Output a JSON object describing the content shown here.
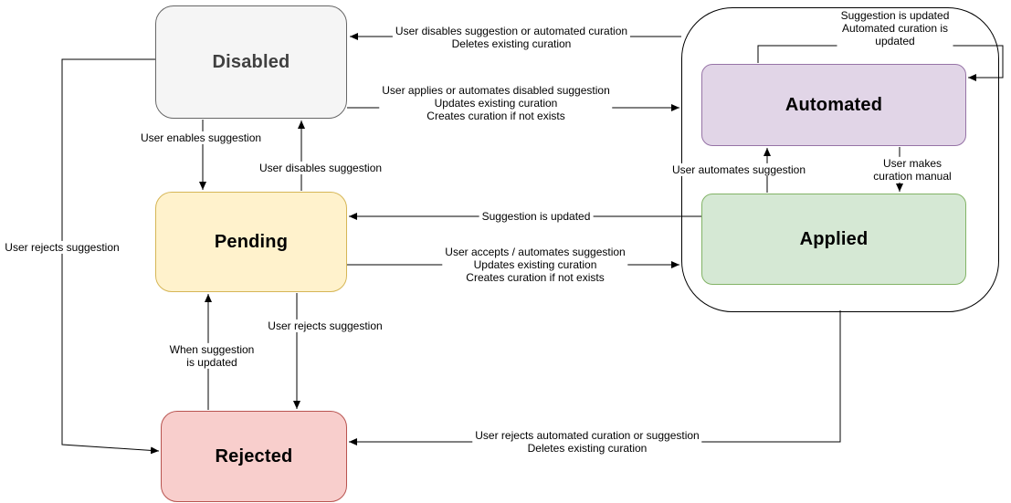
{
  "states": {
    "disabled": {
      "label": "Disabled",
      "fill": "#f5f5f5",
      "stroke": "#666666",
      "text": "#404040"
    },
    "pending": {
      "label": "Pending",
      "fill": "#fff2cc",
      "stroke": "#d6b656",
      "text": "#000000"
    },
    "rejected": {
      "label": "Rejected",
      "fill": "#f8cecc",
      "stroke": "#b85450",
      "text": "#000000"
    },
    "automated": {
      "label": "Automated",
      "fill": "#e1d5e7",
      "stroke": "#9673a6",
      "text": "#000000"
    },
    "applied": {
      "label": "Applied",
      "fill": "#d5e8d4",
      "stroke": "#82b366",
      "text": "#000000"
    }
  },
  "edges": {
    "automated_group_to_disabled": {
      "label": "User disables suggestion or automated curation\nDeletes existing curation"
    },
    "disabled_to_automated_group": {
      "label": "User applies or automates disabled suggestion\nUpdates existing curation\nCreates curation if not exists"
    },
    "disabled_to_pending": {
      "label": "User enables suggestion"
    },
    "pending_to_disabled": {
      "label": "User disables suggestion"
    },
    "applied_to_pending": {
      "label": "Suggestion is updated"
    },
    "pending_to_applied_group": {
      "label": "User accepts / automates suggestion\nUpdates existing curation\nCreates curation if not exists"
    },
    "pending_to_rejected": {
      "label": "User rejects suggestion"
    },
    "rejected_to_pending": {
      "label": "When suggestion\nis updated"
    },
    "disabled_to_rejected": {
      "label": "User rejects suggestion"
    },
    "applied_group_to_rejected": {
      "label": "User rejects automated curation or suggestion\nDeletes existing curation"
    },
    "applied_to_automated": {
      "label": "User automates suggestion"
    },
    "automated_to_applied": {
      "label": "User makes curation manual"
    },
    "automated_self_loop": {
      "label": "Suggestion is updated\nAutomated curation is updated"
    }
  }
}
